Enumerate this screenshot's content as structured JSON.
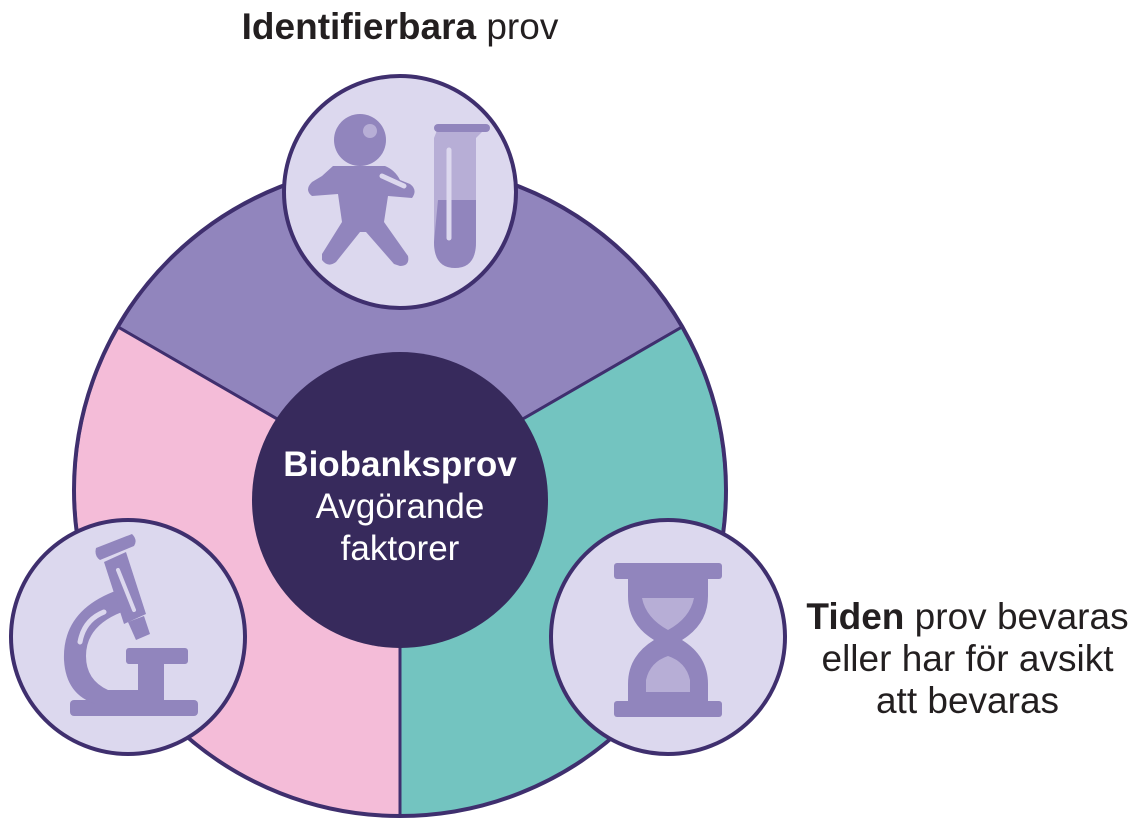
{
  "labels": {
    "top": {
      "bold": "Identifierbara",
      "rest": " prov"
    },
    "right": {
      "bold": "Tiden",
      "line1_rest": " prov bevaras",
      "line2": "eller har för avsikt",
      "line3": "att bevaras"
    }
  },
  "center": {
    "title": "Biobanksprov",
    "line1": "Avgörande",
    "line2": "faktorer"
  },
  "colors": {
    "segment_top": "#9185bd",
    "segment_right": "#73c4c0",
    "segment_left": "#f4bcd8",
    "center_fill": "#372a5c",
    "outline": "#3f2f6e",
    "icon_circle_fill": "#dcd8ee",
    "icon_fill": "#9185bd",
    "icon_light": "#b7aed6"
  },
  "icons": {
    "top": "person-and-test-tube-icon",
    "left": "microscope-icon",
    "right": "hourglass-icon"
  }
}
